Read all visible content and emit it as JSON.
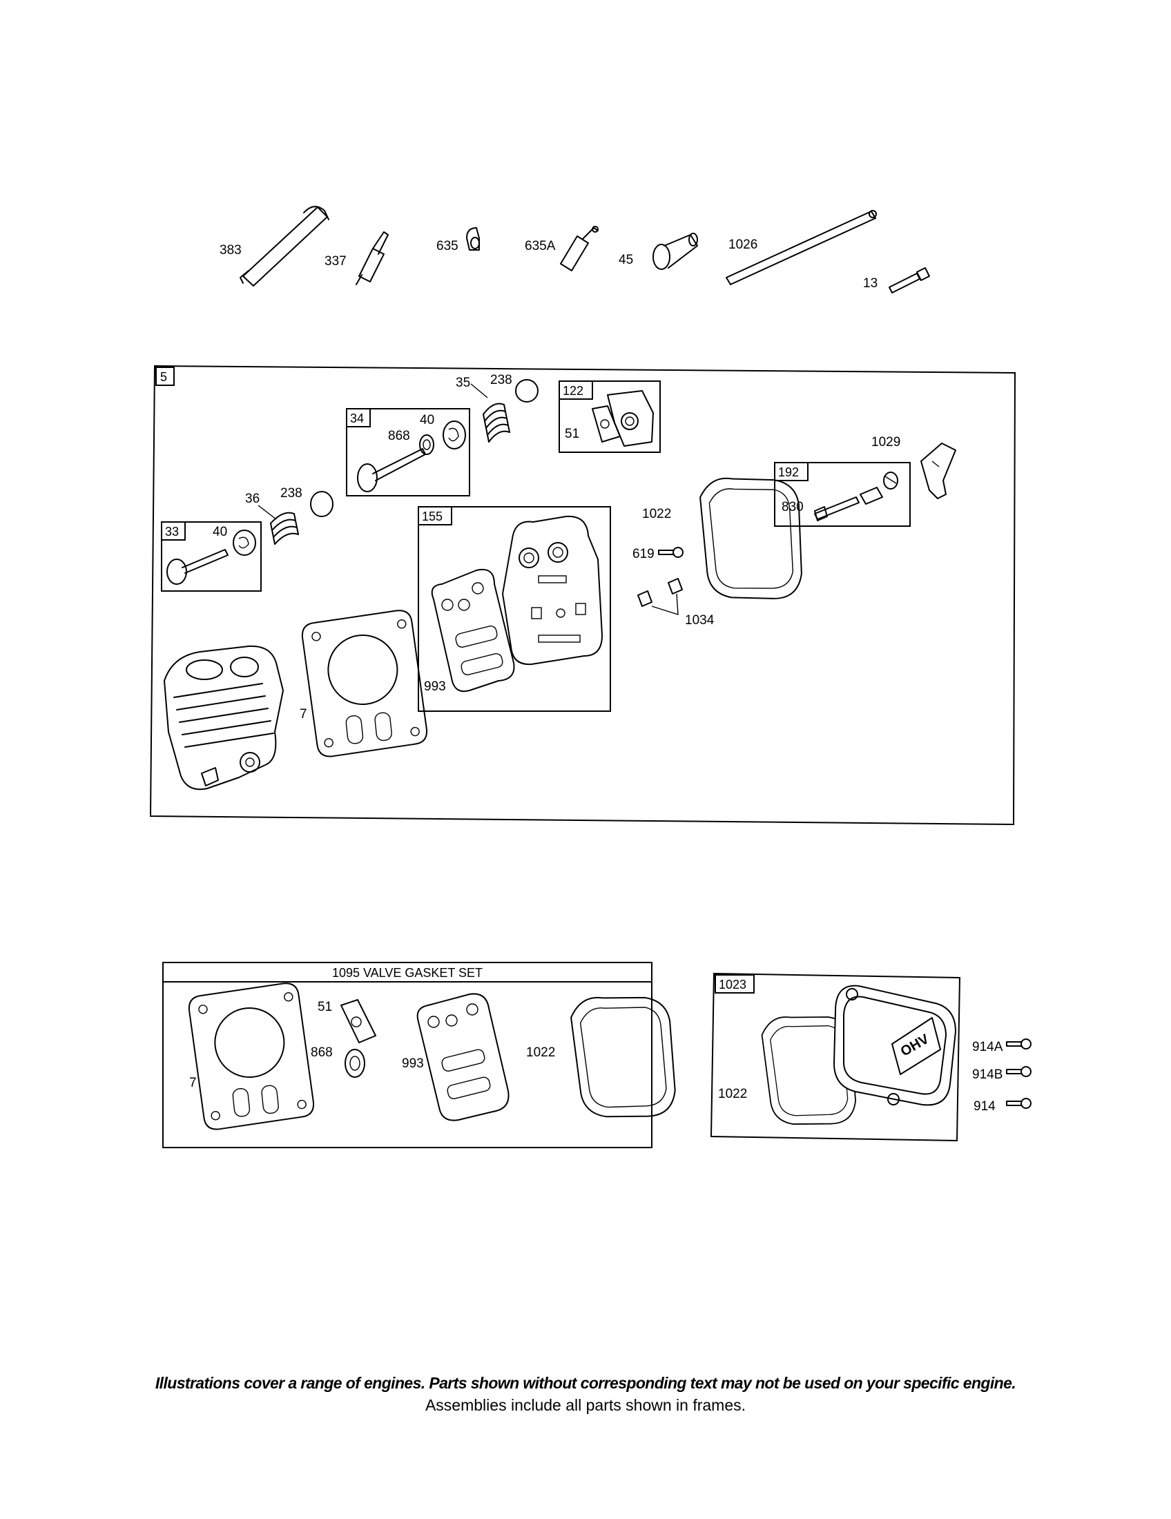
{
  "top_parts": {
    "p383": "383",
    "p337": "337",
    "p635": "635",
    "p635A": "635A",
    "p45": "45",
    "p1026": "1026",
    "p13": "13"
  },
  "cylinder_head": {
    "frame_5": "5",
    "frame_34": "34",
    "frame_33": "33",
    "frame_122": "122",
    "frame_155": "155",
    "frame_192": "192",
    "p35": "35",
    "p238a": "238",
    "p40a": "40",
    "p868": "868",
    "p51": "51",
    "p1029": "1029",
    "p36": "36",
    "p238b": "238",
    "p40b": "40",
    "p1022": "1022",
    "p830": "830",
    "p619": "619",
    "p1034": "1034",
    "p993": "993",
    "p7": "7"
  },
  "gasket_set": {
    "title": "1095 VALVE GASKET SET",
    "p51": "51",
    "p868": "868",
    "p993": "993",
    "p1022": "1022",
    "p7": "7"
  },
  "rocker_cover": {
    "frame_1023": "1023",
    "p1022": "1022",
    "p914A": "914A",
    "p914B": "914B",
    "p914": "914",
    "logo_text": "OHV"
  },
  "footer": {
    "line1": "Illustrations cover a range of engines. Parts shown without corresponding text may not be used on your specific engine.",
    "line2": "Assemblies include all parts shown in frames."
  }
}
